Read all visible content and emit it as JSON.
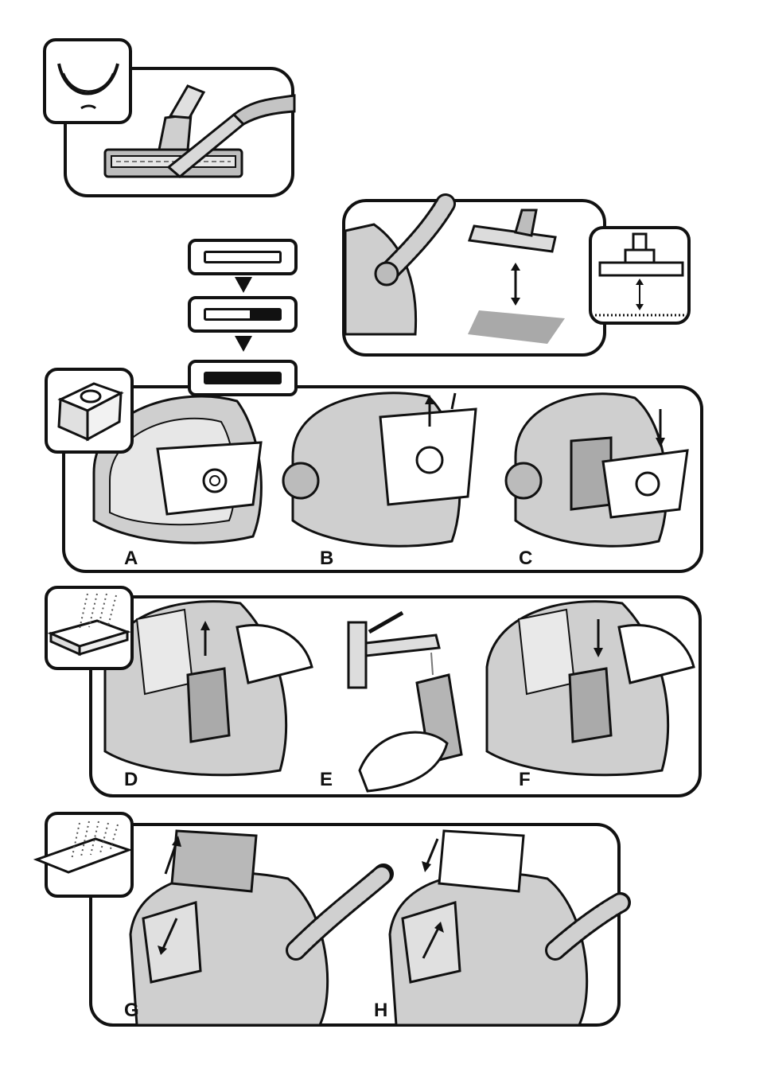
{
  "steps": {
    "a": "A",
    "b": "B",
    "c": "C",
    "d": "D",
    "e": "E",
    "f": "F",
    "g": "G",
    "h": "H"
  },
  "bag_indicator": {
    "levels": [
      0,
      0.4,
      1
    ]
  },
  "icons": {
    "smile": "smile-icon",
    "bag": "dust-bag-icon",
    "filter": "filter-sponge-icon",
    "sheet": "filter-sheet-icon"
  },
  "colors": {
    "line": "#111111",
    "shade": "#9a9a9a",
    "light": "#d6d6d6"
  }
}
